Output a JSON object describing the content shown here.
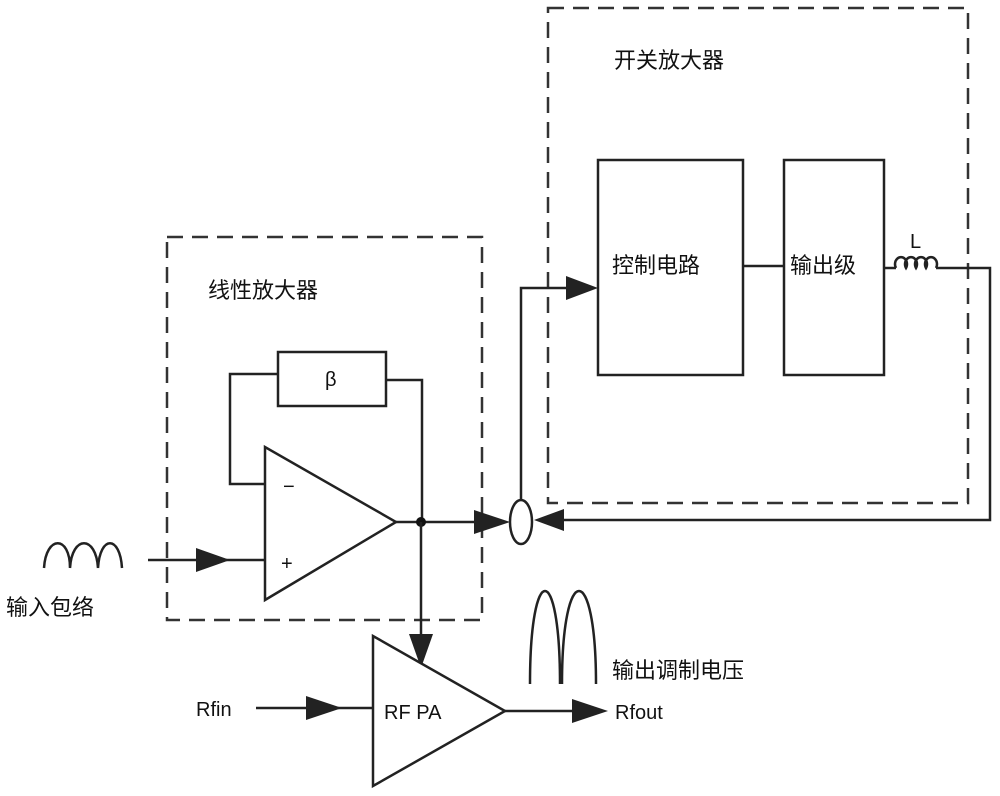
{
  "labels": {
    "switching_amplifier": "开关放大器",
    "linear_amplifier": "线性放大器",
    "control_circuit": "控制电路",
    "output_stage": "输出级",
    "inductor": "L",
    "beta": "β",
    "minus": "−",
    "plus": "+",
    "input_envelope": "输入包络",
    "rf_pa": "RF PA",
    "rfin": "Rfin",
    "rfout": "Rfout",
    "output_modulated_voltage": "输出调制电压"
  }
}
